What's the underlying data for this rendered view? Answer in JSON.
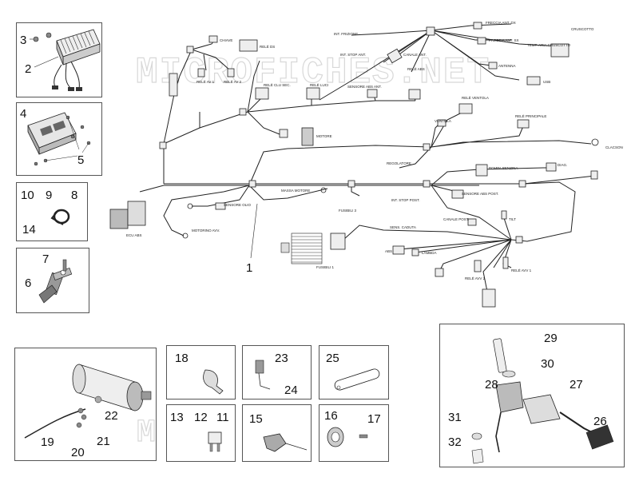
{
  "watermark": "MICROFICHES.NET",
  "callouts": {
    "n1": "1",
    "n2": "2",
    "n3": "3",
    "n4": "4",
    "n5": "5",
    "n6": "6",
    "n7": "7",
    "n8": "8",
    "n9": "9",
    "n10": "10",
    "n11": "11",
    "n12": "12",
    "n13": "13",
    "n14": "14",
    "n15": "15",
    "n16": "16",
    "n17": "17",
    "n18": "18",
    "n19": "19",
    "n20": "20",
    "n21": "21",
    "n22": "22",
    "n23": "23",
    "n24": "24",
    "n25": "25",
    "n26": "26",
    "n27": "27",
    "n28": "28",
    "n29": "29",
    "n30": "30",
    "n31": "31",
    "n32": "32"
  },
  "connectors": {
    "chiave": "CHIAVE",
    "rele_ds": "RELÈ DS",
    "rele_clu": "RELÈ CLU SEC.",
    "rele_luci": "RELÈ LUCI",
    "rele_abs": "RELÈ ABS",
    "sens_abs_ant": "SENSORE ABS ANT.",
    "rele_av_1": "RELÈ AV 1",
    "rele_av_2": "RELÈ AV 2",
    "int_frizione": "INT. FRIZIONE",
    "int_stop_ant": "INT. STOP ANT.",
    "canale_ant": "CANALE ANT.",
    "freccia_ant_dx": "FRECCIA ANT. DX",
    "freccia_ant_sx": "FRECCIA ANT. SX",
    "cruscotto": "CRUSCOTTO",
    "temp_aria": "TEMP. ARIA CRUSCOTTO",
    "antenna": "ANTENNA",
    "usb": "USB",
    "motore": "MOTORE",
    "rele_ventola": "RELÈ VENTOLA",
    "ventola": "VENTOLA",
    "rele_principale": "RELÈ PRINCIPALE",
    "regolatore": "REGOLATORE",
    "pompa_benzina": "POMPA BENZINA",
    "diag": "DIAG.",
    "clacson": "CLACSON",
    "massa_motore": "MASSA MOTORE",
    "sensore_olio": "SENSORE OLIO",
    "motorino_avv": "MOTORINO AVV.",
    "ecu_abs": "ECU ABS",
    "int_stop_post": "INT. STOP POST.",
    "sens_abs_post": "SENSORE ABS POST.",
    "fusibili_3": "FUSIBILI 3",
    "fusibili_1": "FUSIBILI 1",
    "canale_post": "CANALE POST.",
    "sens_caduta": "SENS. CADUTA",
    "tilt": "TILT",
    "abs": "ABS",
    "lambda": "LAMBDA",
    "rele_avv_1": "RELÈ AVV 1",
    "rele_avv_2": "RELÈ AVV 2"
  }
}
